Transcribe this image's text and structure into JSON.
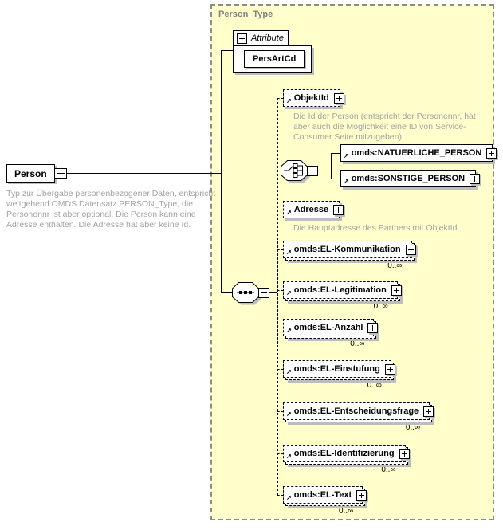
{
  "panel": {
    "title": "Person_Type"
  },
  "root": {
    "label": "Person",
    "annotation": "Typ zur Übergabe personenbezogener Daten, entspricht weitgehend OMDS Datensatz PERSON_Type, die Personennr ist aber optional. Die Person kann eine Adresse enthalten. Die Adresse hat aber keine Id."
  },
  "attributes": {
    "section_label": "Attribute",
    "items": [
      {
        "name": "PersArtCd"
      }
    ]
  },
  "children": [
    {
      "label": "ObjektId",
      "annotation": "Die Id der Person (entspricht der Personennr, hat aber auch die Möglichkeit eine ID von Service-Consumer Seite mitzugeben)"
    },
    {
      "label": "omds:NATUERLICHE_PERSON"
    },
    {
      "label": "omds:SONSTIGE_PERSON"
    },
    {
      "label": "Adresse",
      "annotation": "Die Hauptadresse des Partners mit ObjektId"
    },
    {
      "label": "omds:EL-Kommunikation",
      "occurs": "0..∞"
    },
    {
      "label": "omds:EL-Legitimation",
      "occurs": "0..∞"
    },
    {
      "label": "omds:EL-Anzahl",
      "occurs": "0..∞"
    },
    {
      "label": "omds:EL-Einstufung",
      "occurs": "0..∞"
    },
    {
      "label": "omds:EL-Entscheidungsfrage",
      "occurs": "0..∞"
    },
    {
      "label": "omds:EL-Identifizierung",
      "occurs": "0..∞"
    },
    {
      "label": "omds:EL-Text",
      "occurs": "0..∞"
    }
  ]
}
